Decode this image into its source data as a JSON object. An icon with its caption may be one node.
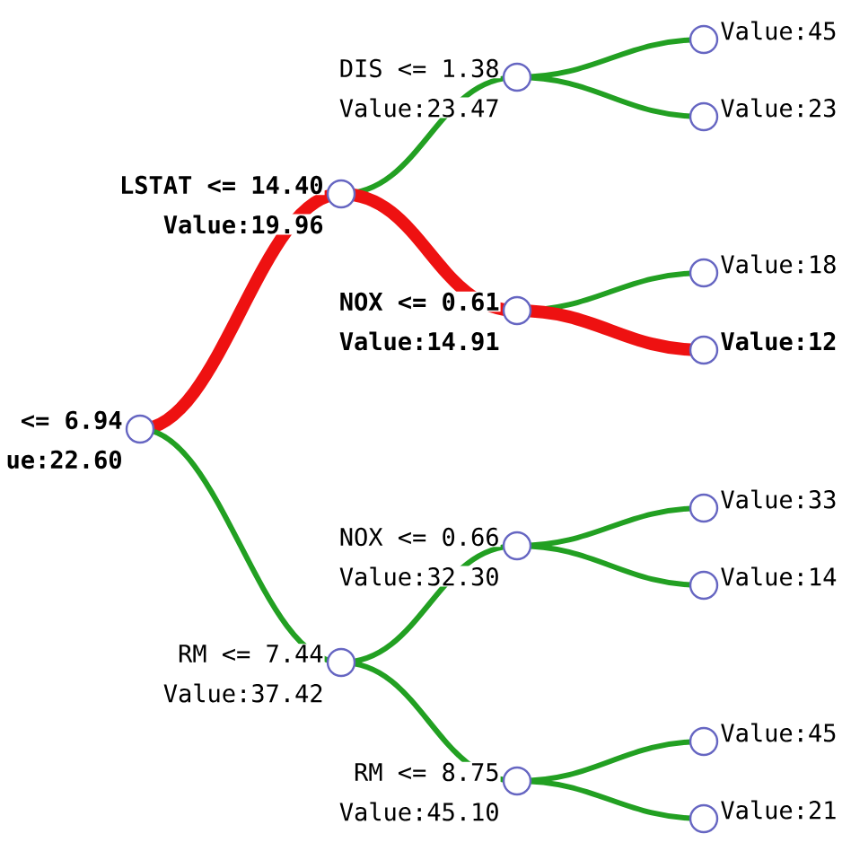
{
  "diagram": {
    "nodes": [
      {
        "text": [
          "<= 6.94",
          "ue:22.60"
        ]
      },
      {
        "text": [
          "LSTAT <= 14.40",
          "Value:19.96"
        ]
      },
      {
        "text": [
          "DIS <= 1.38",
          "Value:23.47"
        ]
      },
      {
        "text": [
          "Value:45"
        ]
      },
      {
        "text": [
          "Value:23"
        ]
      },
      {
        "text": [
          "NOX <= 0.61",
          "Value:14.91"
        ]
      },
      {
        "text": [
          "Value:18"
        ]
      },
      {
        "text": [
          "Value:12"
        ]
      },
      {
        "text": [
          "RM <= 7.44",
          "Value:37.42"
        ]
      },
      {
        "text": [
          "NOX <= 0.66",
          "Value:32.30"
        ]
      },
      {
        "text": [
          "Value:33"
        ]
      },
      {
        "text": [
          "Value:14"
        ]
      },
      {
        "text": [
          "RM <= 8.75",
          "Value:45.10"
        ]
      },
      {
        "text": [
          "Value:45"
        ]
      },
      {
        "text": [
          "Value:21"
        ]
      }
    ],
    "edges": [
      {
        "from": 0,
        "to": 1,
        "arrow": "none",
        "style": "thick",
        "color": "#ee1111"
      },
      {
        "from": 1,
        "to": 2,
        "arrow": "none"
      },
      {
        "from": 2,
        "to": 3,
        "arrow": "none"
      },
      {
        "from": 2,
        "to": 4,
        "arrow": "none"
      },
      {
        "from": 1,
        "to": 5,
        "arrow": "none",
        "style": "thick",
        "color": "#ee1111"
      },
      {
        "from": 5,
        "to": 6,
        "arrow": "none"
      },
      {
        "from": 5,
        "to": 7,
        "arrow": "none",
        "style": "thick",
        "color": "#ee1111"
      },
      {
        "from": 0,
        "to": 8,
        "arrow": "none"
      },
      {
        "from": 8,
        "to": 9,
        "arrow": "none"
      },
      {
        "from": 9,
        "to": 10,
        "arrow": "none"
      },
      {
        "from": 9,
        "to": 11,
        "arrow": "none"
      },
      {
        "from": 8,
        "to": 12,
        "arrow": "none"
      },
      {
        "from": 12,
        "to": 13,
        "arrow": "none"
      },
      {
        "from": 12,
        "to": 14,
        "arrow": "none"
      }
    ]
  }
}
